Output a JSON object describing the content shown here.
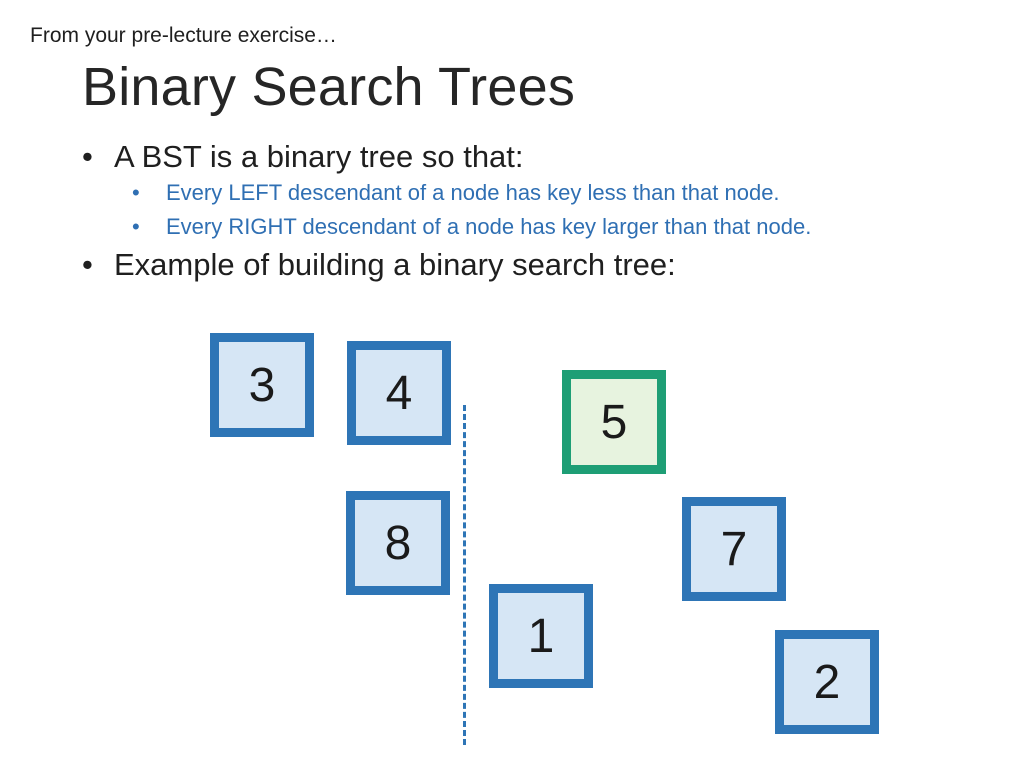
{
  "slide": {
    "kicker": "From your pre-lecture exercise…",
    "title": "Binary Search Trees",
    "bullet_glyph": "•",
    "bullets": [
      {
        "text": "A BST is a binary tree so that:",
        "sub": [
          "Every LEFT descendant of a node has key less than that node.",
          "Every RIGHT descendant of a node has key larger than that node."
        ]
      },
      {
        "text": "Example of building a binary search tree:"
      }
    ]
  },
  "diagram": {
    "nodes": [
      {
        "key": "3",
        "highlight": false
      },
      {
        "key": "4",
        "highlight": false
      },
      {
        "key": "5",
        "highlight": true
      },
      {
        "key": "8",
        "highlight": false
      },
      {
        "key": "7",
        "highlight": false
      },
      {
        "key": "1",
        "highlight": false
      },
      {
        "key": "2",
        "highlight": false
      }
    ],
    "colors": {
      "node_border": "#2e75b6",
      "node_fill": "#d6e6f5",
      "highlight_border": "#1e9e75",
      "highlight_fill": "#e7f3df",
      "sub_bullet_text": "#2f6fb3"
    }
  }
}
